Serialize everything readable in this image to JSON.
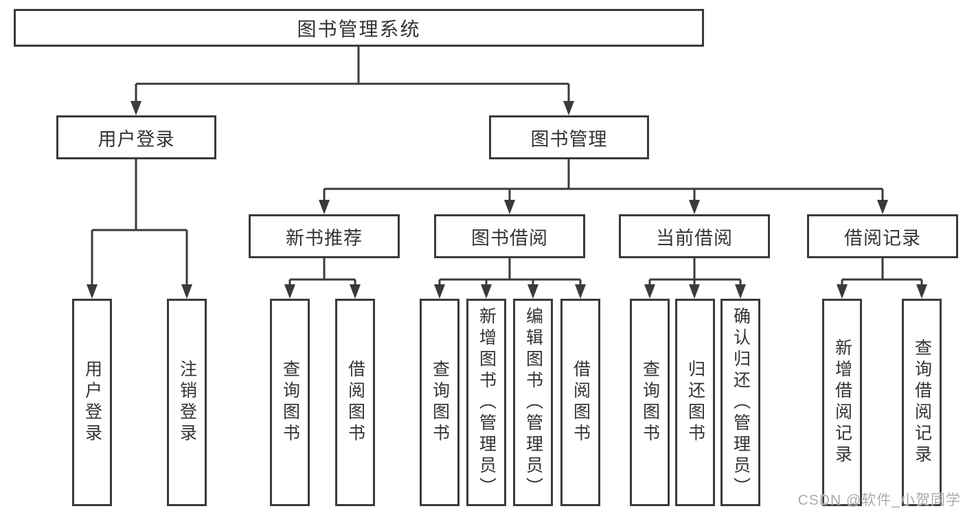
{
  "diagram": {
    "root": {
      "label": "图书管理系统"
    },
    "branches": [
      {
        "label": "用户登录",
        "children": [
          {
            "label": "用户登录"
          },
          {
            "label": "注销登录"
          }
        ]
      },
      {
        "label": "图书管理",
        "children": [
          {
            "label": "新书推荐",
            "children": [
              {
                "label": "查询图书"
              },
              {
                "label": "借阅图书"
              }
            ]
          },
          {
            "label": "图书借阅",
            "children": [
              {
                "label": "查询图书"
              },
              {
                "label": "新增图书（管理员）"
              },
              {
                "label": "编辑图书（管理员）"
              },
              {
                "label": "借阅图书"
              }
            ]
          },
          {
            "label": "当前借阅",
            "children": [
              {
                "label": "查询图书"
              },
              {
                "label": "归还图书"
              },
              {
                "label": "确认归还（管理员）"
              }
            ]
          },
          {
            "label": "借阅记录",
            "children": [
              {
                "label": "新增借阅记录"
              },
              {
                "label": "查询借阅记录"
              }
            ]
          }
        ]
      }
    ]
  },
  "watermark": {
    "text": "CSDN @软件_小贺同学"
  },
  "colors": {
    "background": "#ffffff",
    "box_border": "#3a3a3a",
    "connector_line": "#3a3a3a",
    "text": "#333333",
    "watermark_text": "#ababab"
  }
}
